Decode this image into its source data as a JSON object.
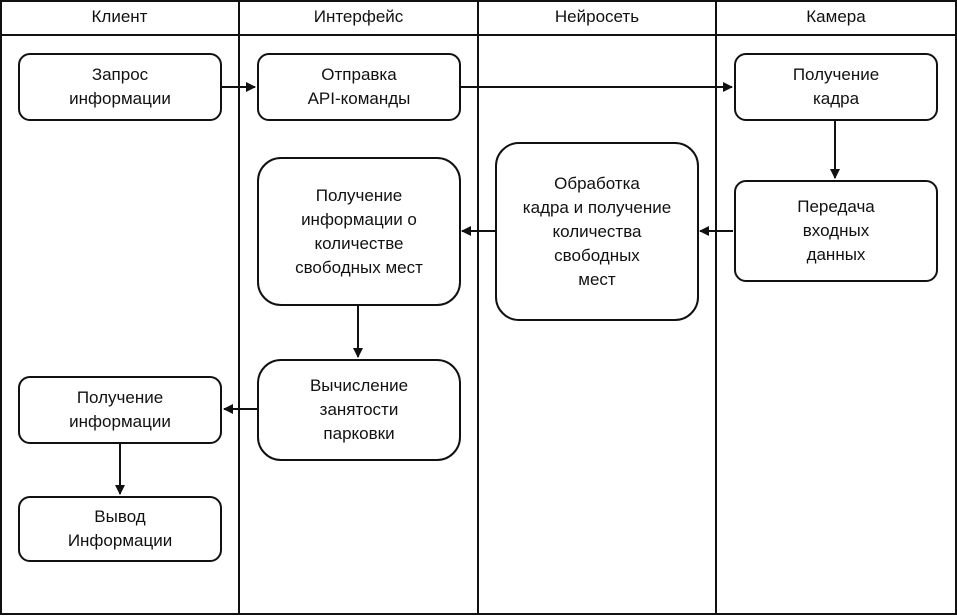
{
  "lanes": [
    {
      "title": "Клиент"
    },
    {
      "title": "Интерфейс"
    },
    {
      "title": "Нейросеть"
    },
    {
      "title": "Камера"
    }
  ],
  "nodes": {
    "request_info": "Запрос\nинформации",
    "send_api": "Отправка\nAPI-команды",
    "get_frame": "Получение\nкадра",
    "transfer_input": "Передача\nвходных\nданных",
    "process_frame": "Обработка\nкадра и получение\nколичества\nсвободных\nмест",
    "receive_free_spots": "Получение\nинформации о\nколичестве\nсвободных мест",
    "calc_occupancy": "Вычисление\nзанятости\nпарковки",
    "receive_info": "Получение\nинформации",
    "output_info": "Вывод\nИнформации"
  },
  "colors": {
    "stroke": "#111111",
    "background": "#ffffff"
  }
}
